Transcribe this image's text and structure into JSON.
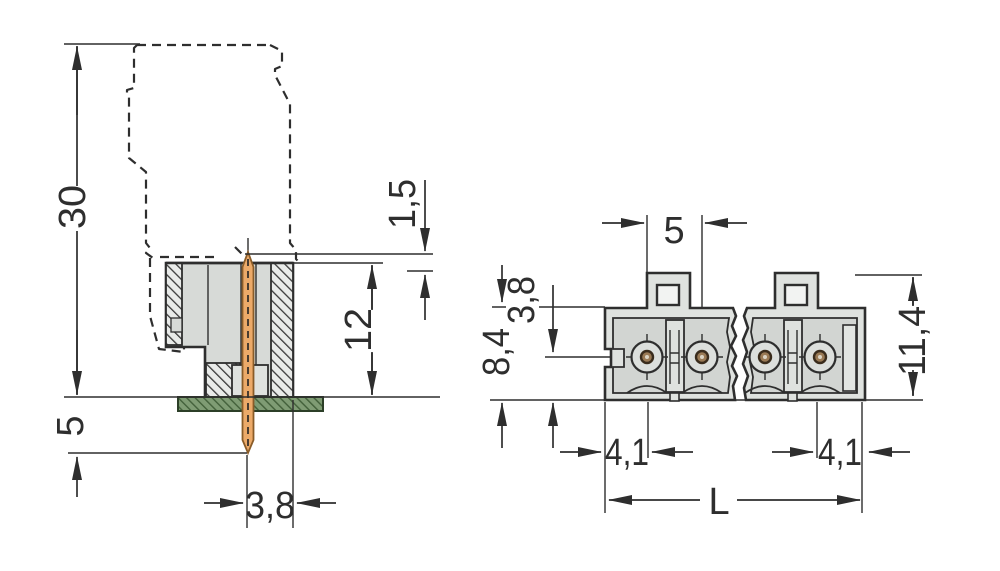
{
  "drawing": {
    "type": "connector-dimensional-drawing",
    "colors": {
      "background": "#ffffff",
      "line": "#2e2e2e",
      "housing_fill": "#dfe2df",
      "housing_recess_fill": "#d2d5d2",
      "interior_fill": "#d7dad7",
      "pin_copper": "#ecaa69",
      "pin_copper_edge": "#8a5c28",
      "pin_contact_bronze": "#9a7a55",
      "pcb_green": "#7f9c74",
      "pcb_hatch_green": "#42603a"
    }
  },
  "side_view": {
    "dim_total_height": "30",
    "dim_pin_below_board": "5",
    "dim_height_above_board": "12",
    "dim_pin_tip_offset": "1,5",
    "dim_pin_to_housing_edge": "3,8"
  },
  "front_view": {
    "dim_pin_pitch": "5",
    "dim_top_to_pin_center": "3,8",
    "dim_housing_height": "8,4",
    "dim_total_height": "11,4",
    "dim_edge_to_first_pin": "4,1",
    "dim_last_pin_to_edge": "4,1",
    "dim_total_length": "L"
  }
}
